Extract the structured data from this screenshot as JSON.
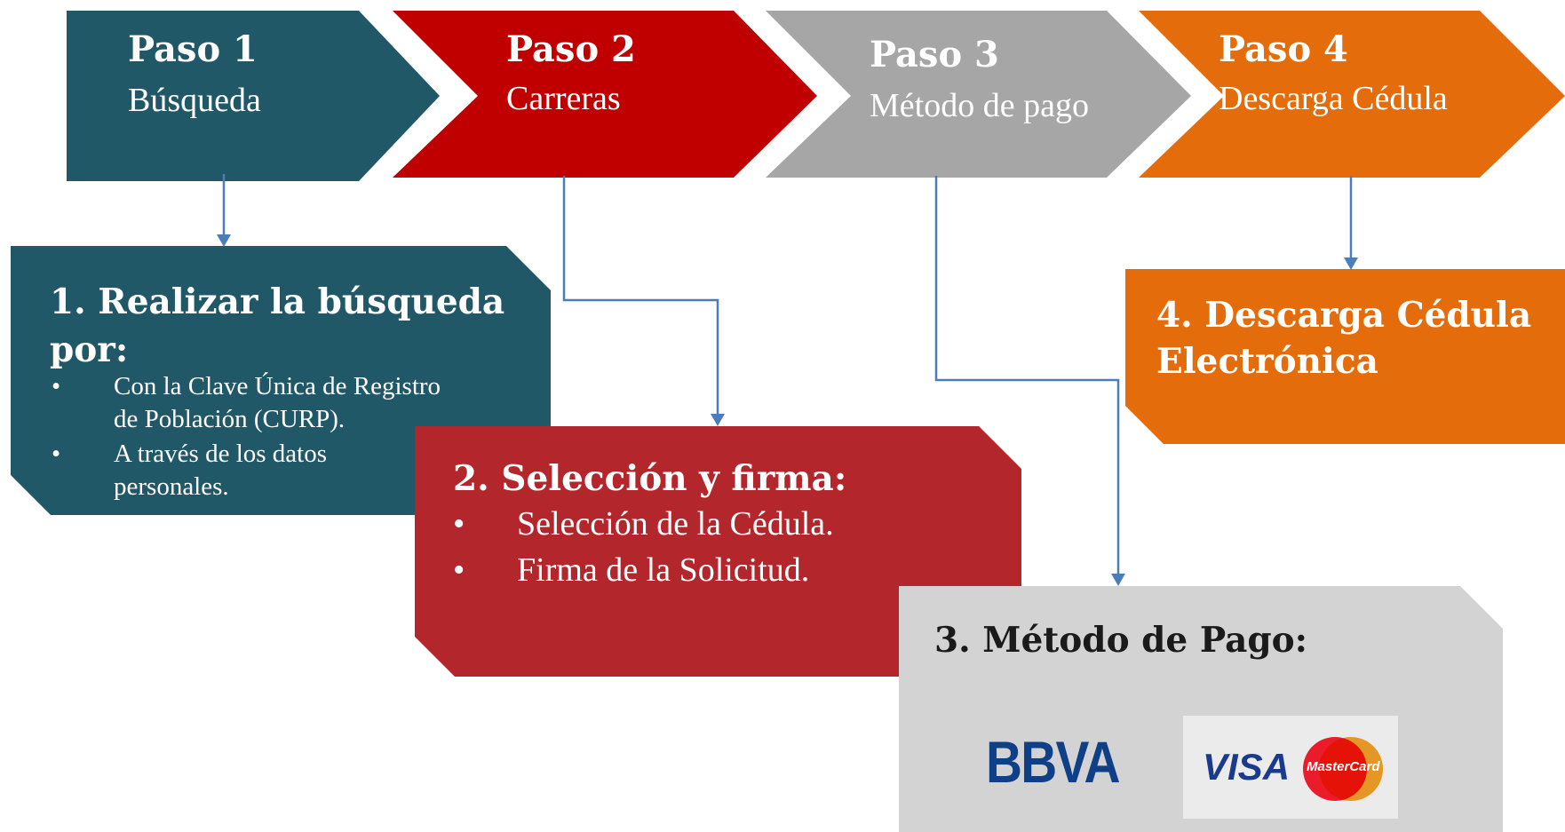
{
  "steps": [
    {
      "title": "Paso 1",
      "subtitle": "Búsqueda",
      "color": "#215868"
    },
    {
      "title": "Paso 2",
      "subtitle": "Carreras",
      "color": "#c00000"
    },
    {
      "title": "Paso 3",
      "subtitle": "Método de pago",
      "color": "#a6a6a6"
    },
    {
      "title": "Paso 4",
      "subtitle": "Descarga Cédula",
      "color": "#e46c0a"
    }
  ],
  "boxes": [
    {
      "title_line1": "1. Realizar la búsqueda",
      "title_line2": "por:",
      "bullets": [
        {
          "line1": "Con la Clave Única de Registro",
          "line2": "de Población (CURP)."
        },
        {
          "line1": "A través de los datos",
          "line2": "personales."
        }
      ],
      "color": "#215868"
    },
    {
      "title": "2. Selección y firma:",
      "bullets": [
        "Selección de la Cédula.",
        "Firma de la Solicitud."
      ],
      "color": "#b3262b"
    },
    {
      "title": "3. Método de Pago:",
      "logos": {
        "bank": "BBVA",
        "card": "VISA",
        "card2": "MasterCard"
      },
      "color": "#d3d3d3"
    },
    {
      "title_line1": "4. Descarga Cédula",
      "title_line2": "Electrónica",
      "color": "#e46c0a"
    }
  ],
  "bullet_symbol": "•",
  "connector_color": "#4a7ebb"
}
